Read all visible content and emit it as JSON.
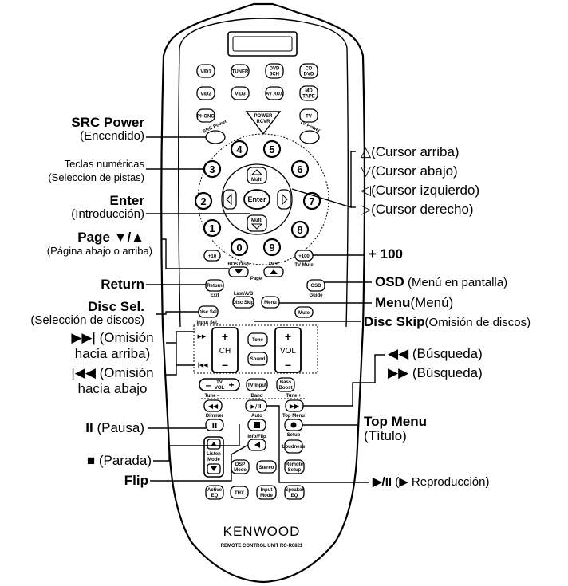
{
  "remote": {
    "brand": "KENWOOD",
    "model": "REMOTE CONTROL UNIT RC-R0821",
    "source_buttons": [
      "VID1",
      "TUNER",
      "DVD\n6CH",
      "CD\nDVD",
      "VID2",
      "VID3",
      "AV AUX",
      "MD\nTAPE",
      "PHONO",
      "TV"
    ],
    "power_rcvr": "POWER\nRCVR",
    "src_power": "SRC Power",
    "tv_power": "TV Power",
    "numbers": [
      "4",
      "5",
      "3",
      "6",
      "2",
      "7",
      "1",
      "8",
      "0",
      "9"
    ],
    "multi": "Multi",
    "enter": "Enter",
    "plus10": "+10",
    "plus100": "+100",
    "tv_mute": "TV Mute",
    "rds_disp": "RDS Disp.",
    "pty": "PTY",
    "page": "Page",
    "return": "Return",
    "exit": "Exit",
    "osd": "OSD",
    "guide": "Guide",
    "last_ab": "Last/A/B",
    "disc_skip": "Disc Skip",
    "menu": "Menu",
    "mute": "Mute",
    "disc_sel": "Disc Sel.",
    "input_sel": "Input Sel.",
    "ch": "CH",
    "vol": "VOL",
    "tone": "Tone",
    "sound": "Sound",
    "tv_vol": "TV\nVOL",
    "tv_input": "TV Input",
    "bass_boost": "Bass\nBoost",
    "tune_minus": "Tune –",
    "band": "Band",
    "tune_plus": "Tune +",
    "dimmer": "Dimmer",
    "auto": "Auto",
    "top_menu": "Top Menu",
    "setup": "Setup",
    "info_flip": "Info/Flip",
    "loudness": "Loudness",
    "listen_mode": "Listen\nMode",
    "dsp_mode": "DSP\nMode",
    "stereo": "Stereo",
    "remote_setup": "Remote\nSetup",
    "active_eq": "Active\nEQ",
    "thx": "THX",
    "input_mode": "Input\nMode",
    "speaker_eq": "Speaker\nEQ"
  },
  "labels": {
    "src_power": {
      "title": "SRC Power",
      "sub": "(Encendido)"
    },
    "numeric": {
      "title": "Teclas numéricas",
      "sub": "(Seleccion de pistas)"
    },
    "enter": {
      "title": "Enter",
      "sub": "(Introducción)"
    },
    "page": {
      "title": "Page ▼/▲",
      "sub": "(Página abajo o arriba)"
    },
    "return": {
      "title": "Return"
    },
    "disc_sel": {
      "title": "Disc Sel.",
      "sub": "(Selección de discos)"
    },
    "skip_up": {
      "title": "▶▶| (Omisión",
      "sub": "hacia arriba)"
    },
    "skip_down": {
      "title": "|◀◀ (Omisión",
      "sub": "hacia abajo"
    },
    "pause": {
      "symbol": "II",
      "text": " (Pausa)"
    },
    "stop": {
      "symbol": "■",
      "text": " (Parada)"
    },
    "flip": {
      "title": "Flip"
    },
    "cursor_up": "△(Cursor arriba)",
    "cursor_down": "▽(Cursor abajo)",
    "cursor_left": "◁(Cursor izquierdo)",
    "cursor_right": "▷(Cursor derecho)",
    "plus100": {
      "title": "+ 100"
    },
    "osd": {
      "title": "OSD",
      "sub": " (Menú en pantalla)"
    },
    "menu": {
      "title": "Menu",
      "sub": "(Menú)"
    },
    "disc_skip": {
      "title": "Disc Skip",
      "sub": "(Omisión de discos)"
    },
    "search_back": "◀◀ (Búsqueda)",
    "search_fwd": "▶▶ (Búsqueda)",
    "top_menu": {
      "title": "Top Menu",
      "sub": "(Título)"
    },
    "play": {
      "symbol": "▶/II",
      "text": " (▶ Reproducción)"
    }
  }
}
